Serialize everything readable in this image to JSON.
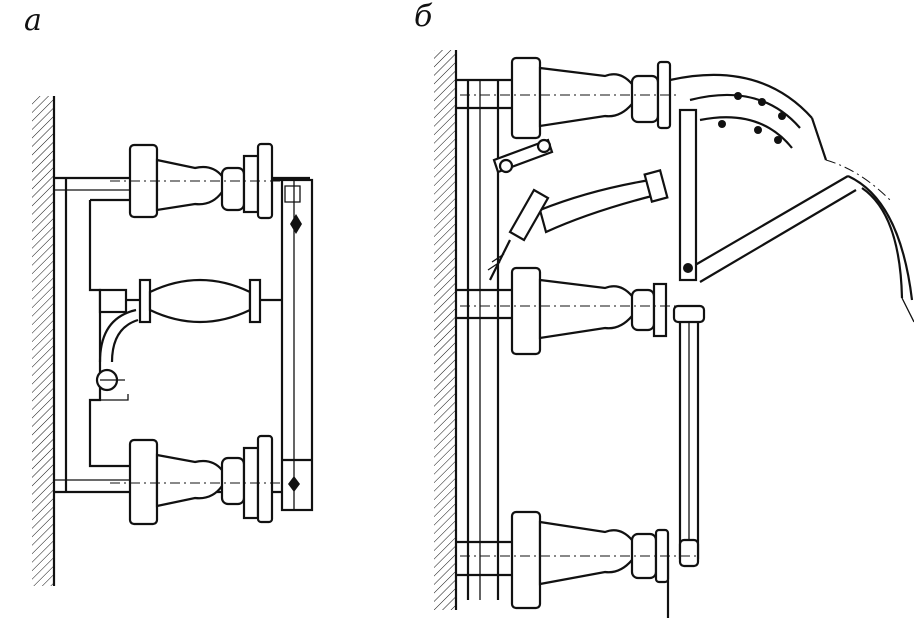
{
  "figure": {
    "panels": [
      {
        "id": "a",
        "label": "а"
      },
      {
        "id": "b",
        "label": "б"
      }
    ]
  }
}
